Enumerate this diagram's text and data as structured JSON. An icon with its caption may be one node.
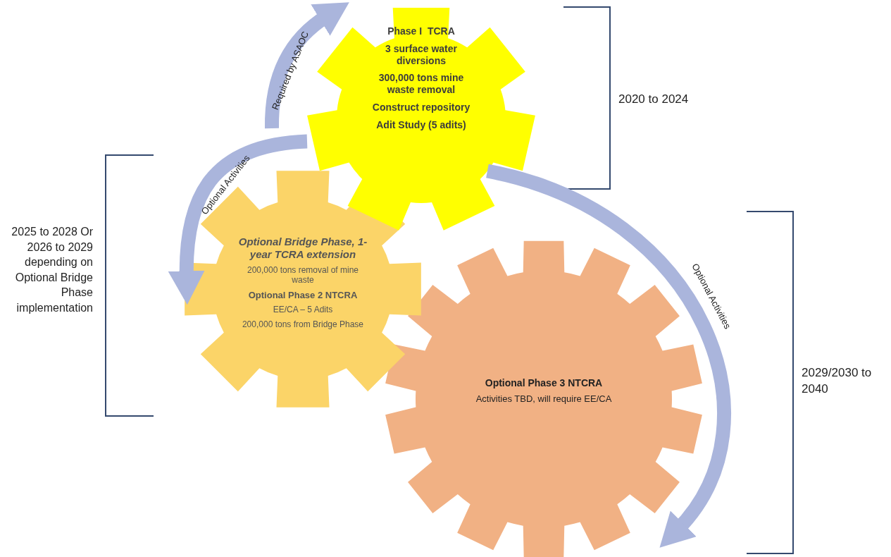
{
  "diagram": {
    "nodes": [
      {
        "text": [
          "Phase I  TCRA",
          "3 surface water diversions",
          "300,000 tons mine waste removal",
          "Construct repository",
          "Adit Study (5 adits)"
        ]
      },
      {
        "text": [
          "Optional Bridge Phase, 1-year TCRA extension",
          "200,000 tons removal of mine waste",
          "Optional Phase 2 NTCRA",
          "EE/CA – 5 Adits",
          "200,000 tons from Bridge Phase"
        ]
      },
      {
        "text": [
          "Optional Phase 3 NTCRA",
          "Activities TBD, will require EE/CA"
        ]
      }
    ],
    "edges": [
      {
        "from": null,
        "to": 0,
        "arrow": "to",
        "label": "Required by ASAOC"
      },
      {
        "from": 0,
        "to": 1,
        "arrow": "to",
        "label": "Optional Activities"
      },
      {
        "from": 0,
        "to": 2,
        "arrow": "to",
        "label": "Optional Activities"
      }
    ],
    "labels": [
      "2020 to 2024",
      "2025 to 2028 Or 2026 to 2029 depending on Optional Bridge Phase implementation",
      "2029/2030 to 2040"
    ]
  }
}
